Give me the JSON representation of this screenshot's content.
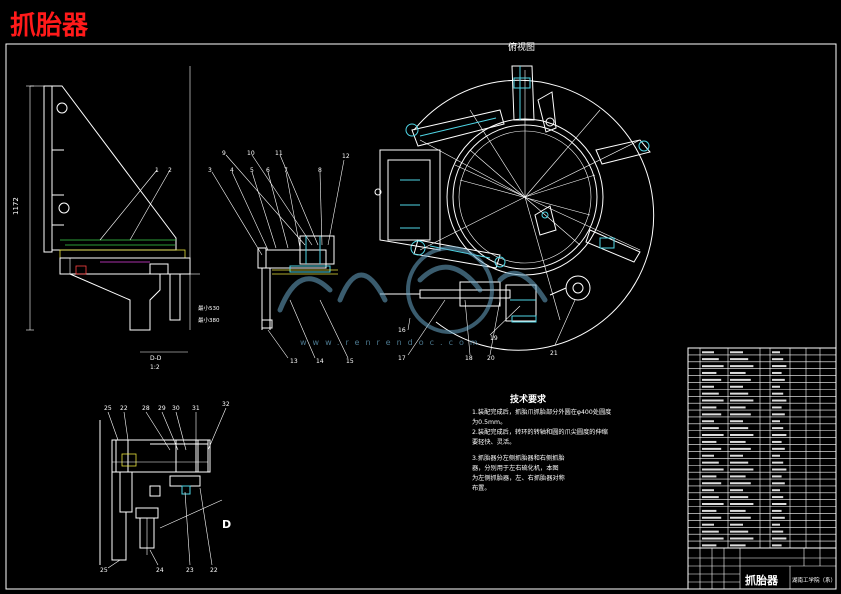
{
  "title": "抓胎器",
  "top_view_label": "俯视图",
  "section": {
    "label": "D-D",
    "scale": "1:2",
    "view_letter": "D"
  },
  "dimensions": {
    "height": "1172",
    "min_note": "最小530",
    "max_note": "最小380"
  },
  "part_numbers": {
    "left_view": [
      "1",
      "2"
    ],
    "middle_top": [
      "3",
      "4",
      "5",
      "6",
      "7",
      "8",
      "9",
      "10",
      "11",
      "12"
    ],
    "middle_bottom": [
      "13",
      "14",
      "15",
      "16",
      "17",
      "18",
      "19",
      "20",
      "21"
    ],
    "section_top": [
      "25",
      "22",
      "28",
      "29",
      "30",
      "31",
      "32"
    ],
    "section_bottom": [
      "25",
      "24",
      "23",
      "22"
    ]
  },
  "tech_requirements": {
    "heading": "技术要求",
    "items": [
      "1.装配完成后，抓胎爪抓胎部分外圆在φ400处圆度",
      "为0.5mm。",
      "2.装配完成后，转环的转轴和圆的爪尖圆度的伸缩",
      "要轻快、灵活。",
      "3.抓胎器分左侧抓胎器和右侧抓胎",
      "器，分别用于左右硫化机，本图",
      "为左侧抓胎器，左、右抓胎器对称",
      "布置。"
    ]
  },
  "title_block": {
    "name": "抓胎器",
    "unit": "湖南工学院（系）"
  },
  "watermark": "www.renrendoc.com"
}
